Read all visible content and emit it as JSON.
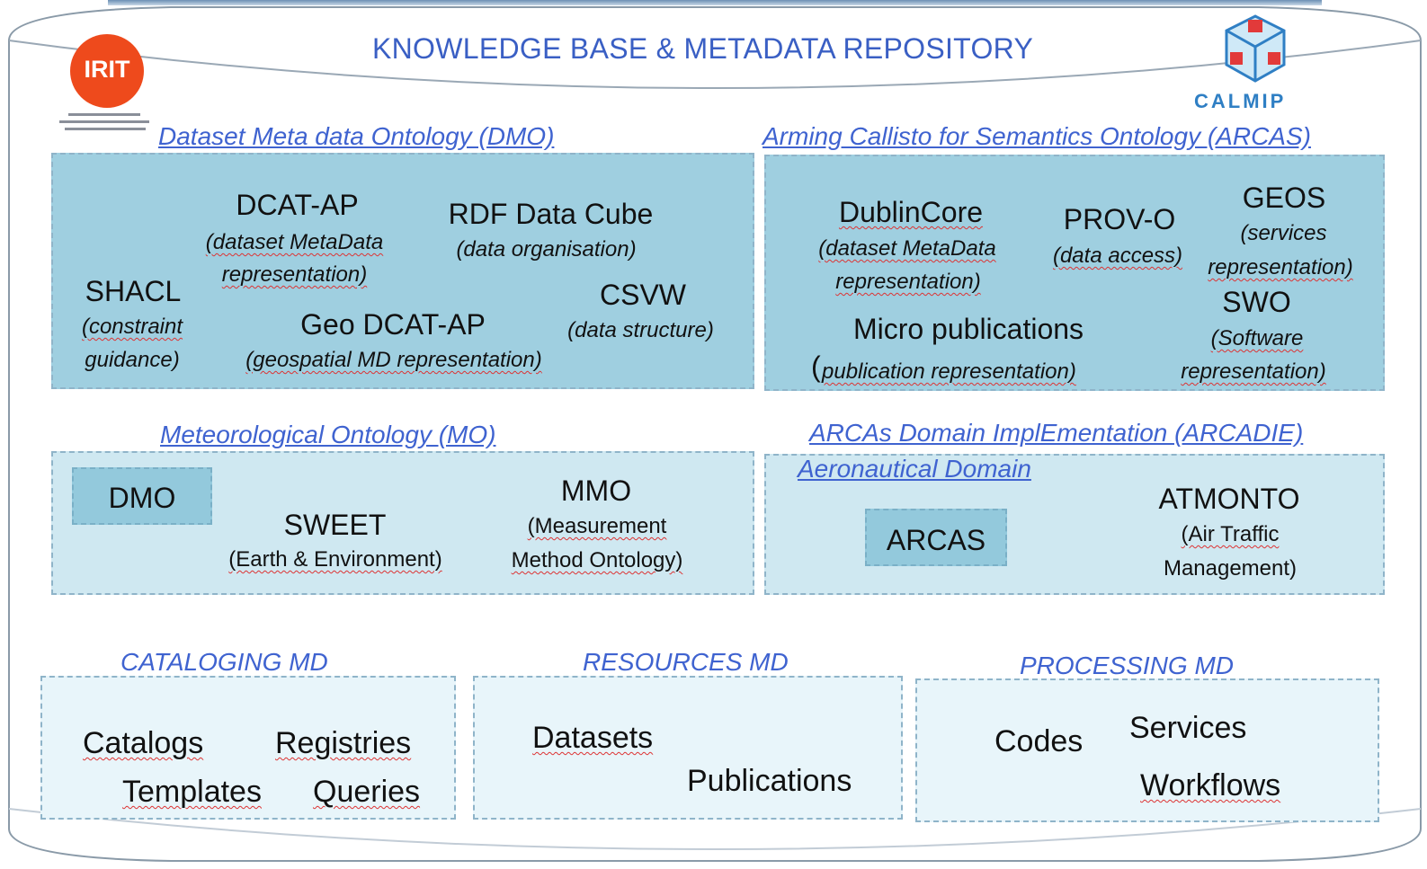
{
  "title": "KNOWLEDGE BASE & METADATA REPOSITORY",
  "logos": {
    "left": {
      "text": "IRIT",
      "color": "#ee4a1c"
    },
    "right": {
      "text": "CALMIP",
      "color": "#2f7fc4"
    }
  },
  "colors": {
    "title": "#3a5fc4",
    "section_label": "#3f63d0",
    "box_dark": "#9fcfe0",
    "box_light": "#cfe8f1",
    "box_pale": "#e8f5fa",
    "border": "#8fb4c9"
  },
  "dmo": {
    "label": "Dataset Meta data Ontology (DMO)",
    "dcat_ap": {
      "name": "DCAT-AP",
      "desc1": "(dataset MetaData",
      "desc2": "representation)"
    },
    "rdf_cube": {
      "name": "RDF Data Cube",
      "desc": "(data organisation)"
    },
    "shacl": {
      "name": "SHACL",
      "desc1": "(constraint",
      "desc2": "guidance)"
    },
    "geo_dcat": {
      "name": "Geo DCAT-AP",
      "desc": "(geospatial MD representation)"
    },
    "csvw": {
      "name": "CSVW",
      "desc": "(data structure)"
    }
  },
  "arcas": {
    "label": "Arming Callisto for Semantics Ontology (ARCAS)",
    "dublin": {
      "name": "DublinCore",
      "desc1": "(dataset MetaData",
      "desc2": "representation)"
    },
    "prov": {
      "name": "PROV-O",
      "desc": "(data access)"
    },
    "geos": {
      "name": "GEOS",
      "desc1": "(services",
      "desc2": "representation)"
    },
    "swo": {
      "name": "SWO",
      "desc1": "(Software",
      "desc2": "representation)"
    },
    "micro": {
      "name": "Micro publications",
      "paren": "(",
      "desc": "publication representation)"
    }
  },
  "mo": {
    "label": "Meteorological Ontology (MO)",
    "dmo_box": "DMO",
    "sweet": {
      "name": "SWEET",
      "desc": "(Earth & Environment)"
    },
    "mmo": {
      "name": "MMO",
      "desc1": "(Measurement",
      "desc2": "Method Ontology)"
    }
  },
  "arcadie": {
    "label": "ARCAs Domain ImplEmentation (ARCADIE)",
    "sub_label": "Aeronautical Domain",
    "arcas_box": "ARCAS",
    "atmonto": {
      "name": "ATMONTO",
      "desc1": "(Air Traffic",
      "desc2": "Management)"
    }
  },
  "cataloging": {
    "label": "CATALOGING MD",
    "items": [
      "Catalogs",
      "Registries",
      "Templates",
      "Queries"
    ]
  },
  "resources": {
    "label": "RESOURCES MD",
    "items": [
      "Datasets",
      "Publications"
    ]
  },
  "processing": {
    "label": "PROCESSING MD",
    "items": [
      "Codes",
      "Services",
      "Workflows"
    ]
  }
}
